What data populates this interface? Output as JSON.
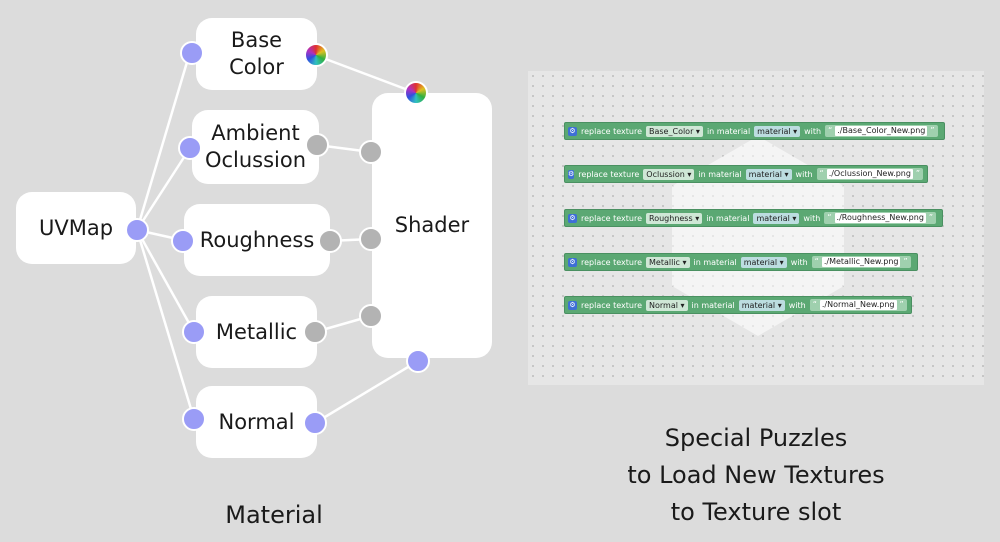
{
  "colors": {
    "background": "#dcdcdc",
    "vector_socket": "#9a9cf6",
    "gray_socket": "#b3b3b3",
    "block_green": "#5ba873",
    "edge": "#ffffff"
  },
  "material": {
    "nodes": {
      "uvmap": "UVMap",
      "base_color": "Base\nColor",
      "ambient_occlusion": "Ambient\nOclussion",
      "roughness": "Roughness",
      "metallic": "Metallic",
      "normal": "Normal",
      "shader": "Shader"
    },
    "caption": "Material"
  },
  "puzzles": {
    "blocks": [
      {
        "label": "replace texture",
        "texture": "Base_Color",
        "mid": "in material",
        "material": "material",
        "with": "with",
        "quote_open": "“",
        "file": "./Base_Color_New.png",
        "quote_close": "”"
      },
      {
        "label": "replace texture",
        "texture": "Oclussion",
        "mid": "in material",
        "material": "material",
        "with": "with",
        "quote_open": "“",
        "file": "./Oclussion_New.png",
        "quote_close": "”"
      },
      {
        "label": "replace texture",
        "texture": "Roughness",
        "mid": "in material",
        "material": "material",
        "with": "with",
        "quote_open": "“",
        "file": "./Roughness_New.png",
        "quote_close": "”"
      },
      {
        "label": "replace texture",
        "texture": "Metallic",
        "mid": "in material",
        "material": "material",
        "with": "with",
        "quote_open": "“",
        "file": "./Metallic_New.png",
        "quote_close": "”"
      },
      {
        "label": "replace texture",
        "texture": "Normal",
        "mid": "in material",
        "material": "material",
        "with": "with",
        "quote_open": "“",
        "file": "./Normal_New.png",
        "quote_close": "”"
      }
    ],
    "dropdown_arrow": "▾",
    "gear_glyph": "⚙",
    "caption": "Special Puzzles\nto Load New Textures\nto Texture slot"
  }
}
